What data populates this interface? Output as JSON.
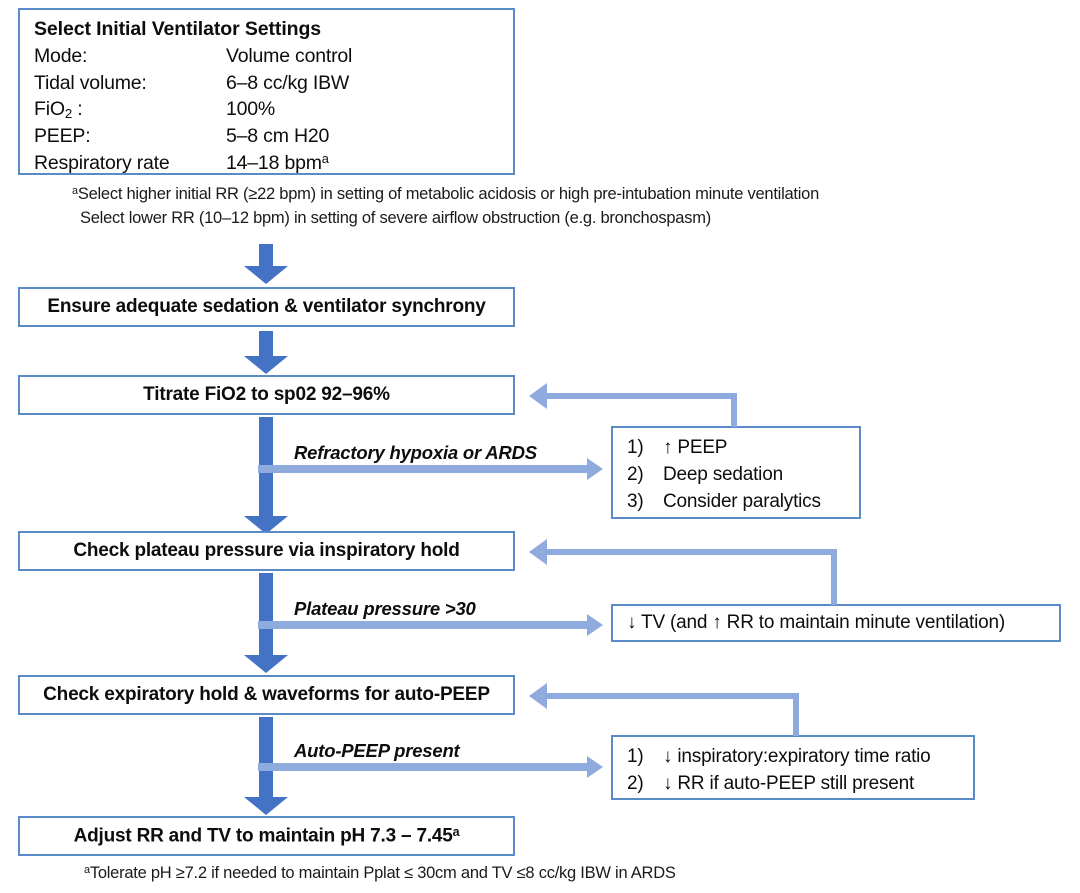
{
  "settings": {
    "title": "Select Initial Ventilator Settings",
    "rows": [
      {
        "label": "Mode:",
        "value": "Volume control"
      },
      {
        "label": "Tidal volume:",
        "value": "6–8 cc/kg IBW"
      },
      {
        "label": "FiO2 :",
        "value": "100%"
      },
      {
        "label": "PEEP:",
        "value": "5–8 cm H20"
      },
      {
        "label": "Respiratory rate",
        "value": "14–18 bpm"
      }
    ]
  },
  "footnotes": {
    "top_line1": "Select higher initial RR (≥22 bpm) in setting of metabolic acidosis or high pre-intubation minute ventilation",
    "top_line2": "Select lower RR (10–12 bpm) in setting of severe airflow obstruction (e.g. bronchospasm)",
    "bottom": "Tolerate pH ≥7.2 if needed to maintain Pplat ≤ 30cm and TV ≤8 cc/kg IBW in ARDS",
    "marker": "a"
  },
  "steps": {
    "sedation": "Ensure adequate sedation & ventilator synchrony",
    "fio2": "Titrate FiO2 to sp02 92–96%",
    "plateau": "Check plateau pressure via inspiratory hold",
    "autopeep": "Check expiratory hold & waveforms for auto-PEEP",
    "adjust": "Adjust RR and TV to maintain pH 7.3 – 7.45"
  },
  "branches": {
    "hypoxia_label": "Refractory hypoxia or ARDS",
    "plateau_label": "Plateau pressure >30",
    "autopeep_label": "Auto-PEEP present"
  },
  "interventions": {
    "hypoxia": [
      {
        "num": "1)",
        "text": "↑ PEEP"
      },
      {
        "num": "2)",
        "text": "Deep sedation"
      },
      {
        "num": "3)",
        "text": "Consider paralytics"
      }
    ],
    "plateau": "↓ TV  (and ↑ RR to maintain minute ventilation)",
    "autopeep": [
      {
        "num": "1)",
        "text": "↓ inspiratory:expiratory time ratio"
      },
      {
        "num": "2)",
        "text": "↓ RR if auto-PEEP still present"
      }
    ]
  },
  "colors": {
    "box_border": "#5B8AC8",
    "main_arrow": "#4472C4",
    "branch_arrow": "#8FAADC",
    "background": "#ffffff"
  }
}
